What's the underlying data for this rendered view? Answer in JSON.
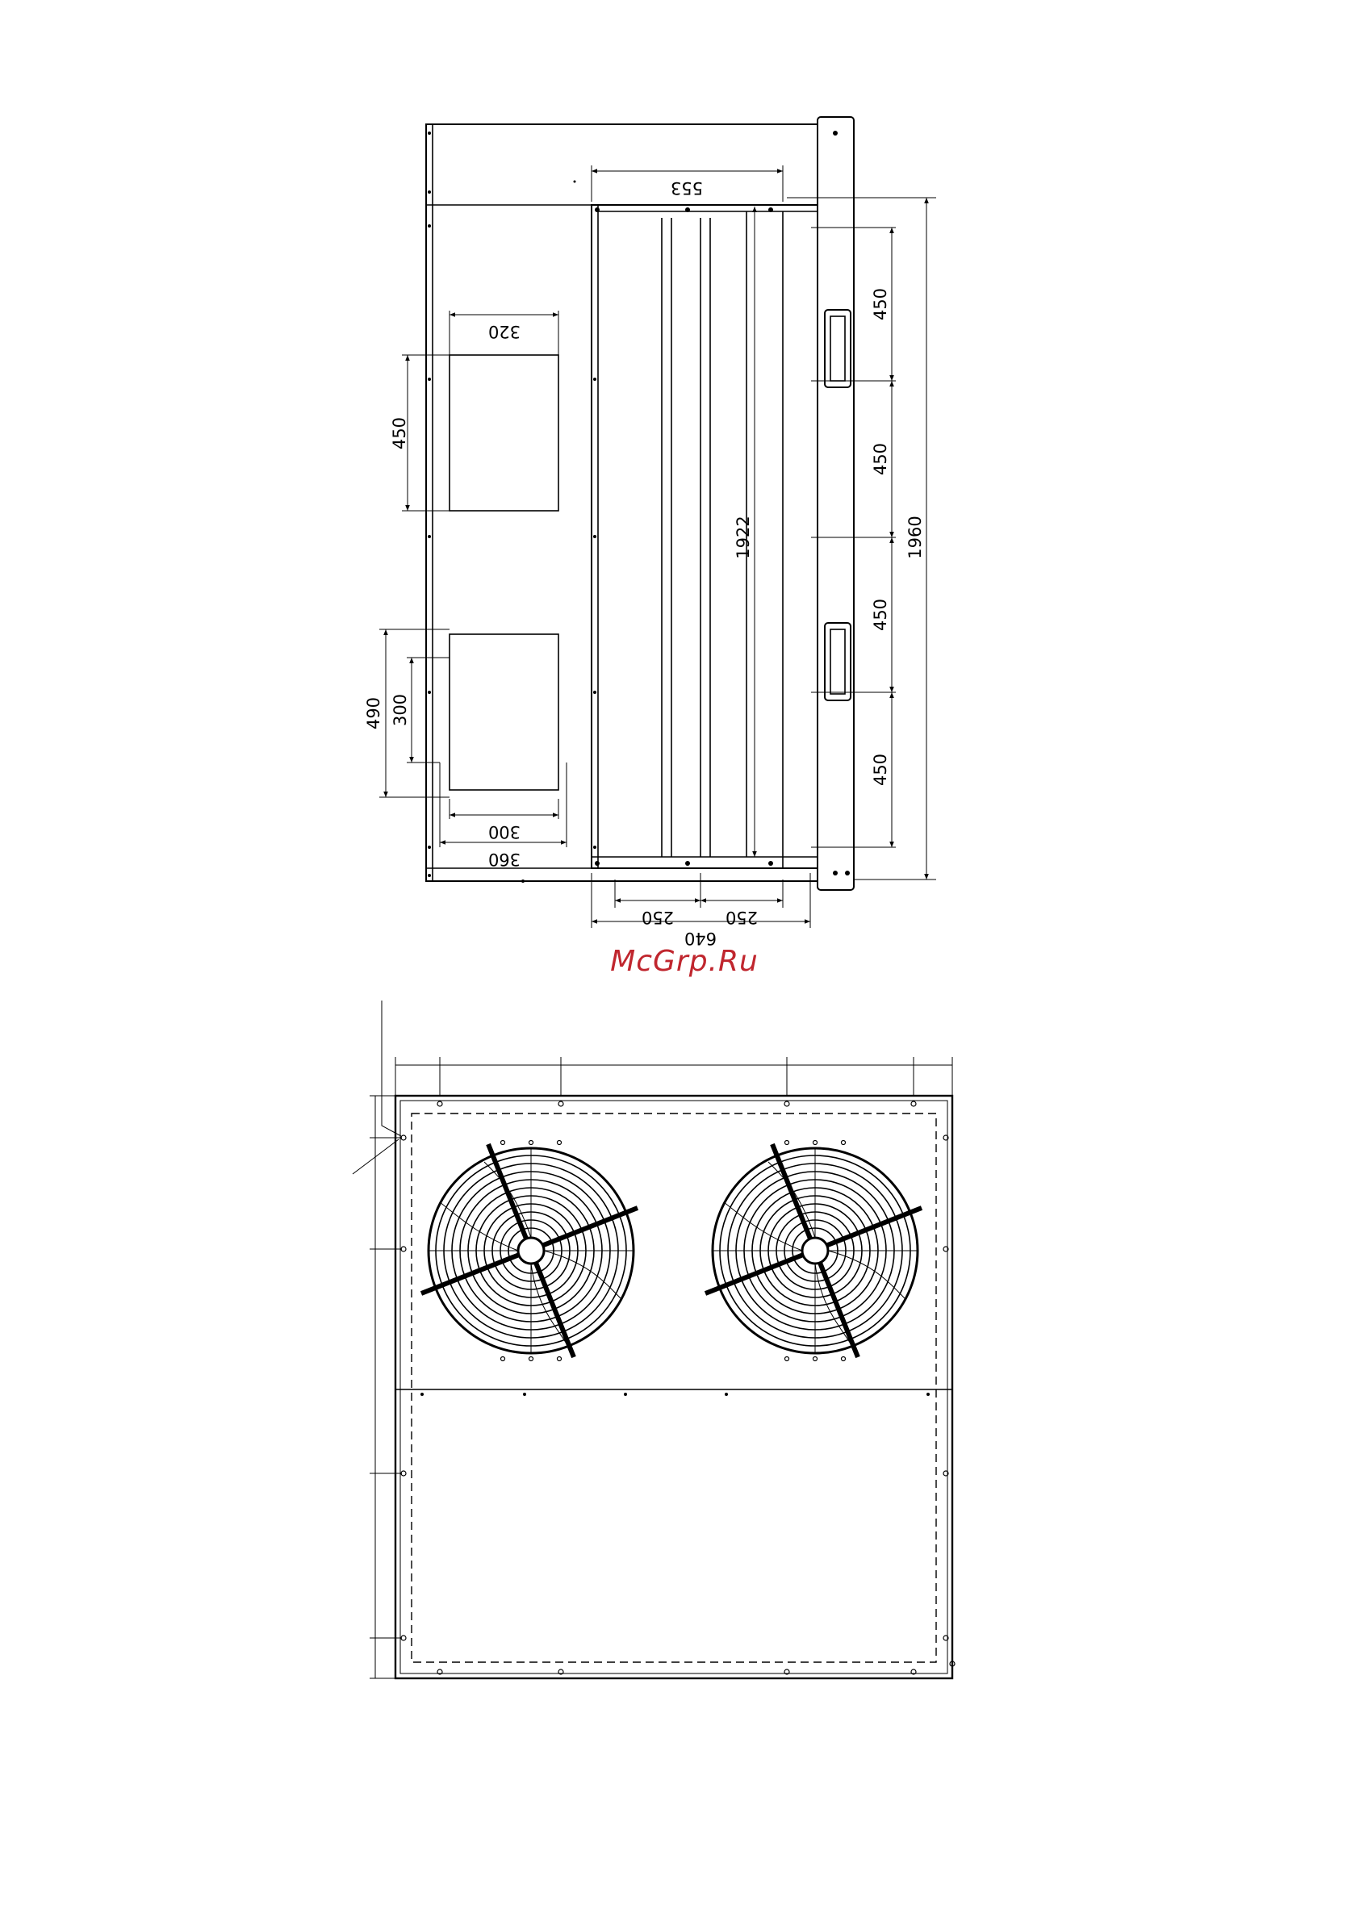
{
  "top_view": {
    "dims": {
      "width_top": "553",
      "rear_cut_width": "320",
      "rear_cut_height": "450",
      "front_cut_outer": "490",
      "front_cut_inner": "300",
      "front_cut_width_inner": "300",
      "front_cut_width_outer": "360",
      "coil_length": "1922",
      "overall_length": "1960",
      "spacing_1": "450",
      "spacing_2": "450",
      "spacing_3": "450",
      "spacing_4": "450",
      "base_left": "250",
      "base_right": "250",
      "base_total": "640"
    }
  },
  "watermark": "McGrp.Ru",
  "colors": {
    "line": "#000000",
    "watermark": "#c0262e"
  }
}
